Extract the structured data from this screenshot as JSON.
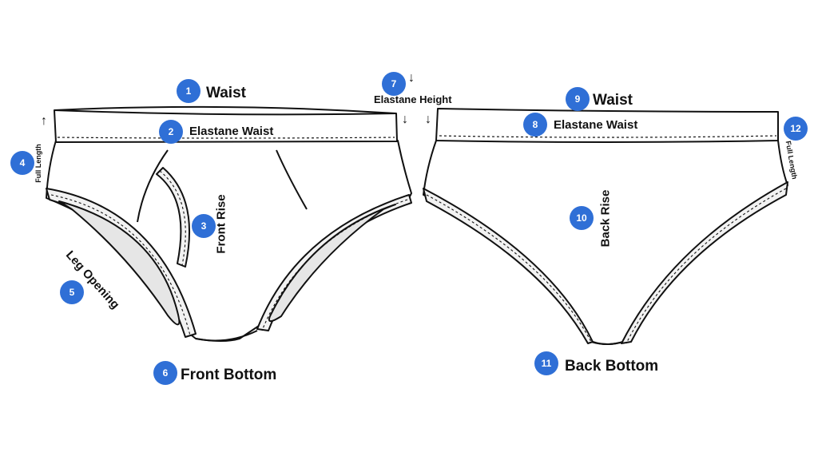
{
  "colors": {
    "badge": "#2f6fd6",
    "outline": "#111111",
    "band": "#f2f2f2",
    "inner": "#e6e6e6"
  },
  "front": {
    "waist": {
      "num": "1",
      "label": "Waist"
    },
    "elastane_waist": {
      "num": "2",
      "label": "Elastane Waist"
    },
    "front_rise": {
      "num": "3",
      "label": "Front Rise"
    },
    "full_length": {
      "num": "4",
      "label": "Full Length"
    },
    "leg_opening": {
      "num": "5",
      "label": "Leg Opening"
    },
    "front_bottom": {
      "num": "6",
      "label": "Front Bottom"
    }
  },
  "elastane_height": {
    "num": "7",
    "label": "Elastane Height"
  },
  "back": {
    "waist": {
      "num": "9",
      "label": "Waist"
    },
    "elastane_waist": {
      "num": "8",
      "label": "Elastane Waist"
    },
    "back_rise": {
      "num": "10",
      "label": "Back Rise"
    },
    "back_bottom": {
      "num": "11",
      "label": "Back Bottom"
    },
    "full_length": {
      "num": "12",
      "label": "Full Length"
    }
  },
  "icons": {
    "arrow_up": "arrow-up-icon",
    "arrow_down": "arrow-down-icon"
  }
}
